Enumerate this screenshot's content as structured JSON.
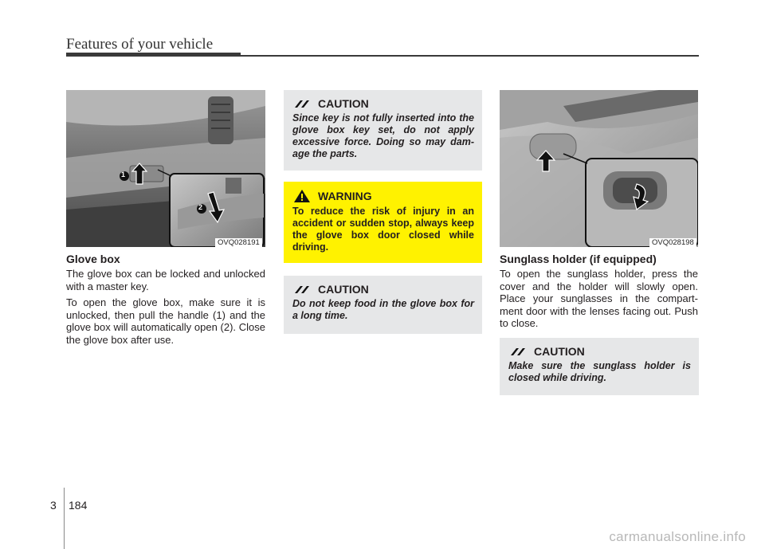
{
  "header": {
    "title": "Features of your vehicle"
  },
  "glove_box": {
    "image_code": "OVQ028191",
    "callout_1": "1",
    "callout_2": "2",
    "heading": "Glove box",
    "para1": "The glove box can be locked and unlocked with a master key.",
    "para2": "To open the glove box, make sure it is unlocked, then pull the handle (1) and the glove box will automatically open (2). Close the glove box after use."
  },
  "middle": {
    "caution1": {
      "title": "CAUTION",
      "text": "Since key is not fully inserted into the glove box key set, do not apply excessive force. Doing so may dam-age the parts."
    },
    "warning": {
      "title": "WARNING",
      "text": "To reduce the risk of injury in an accident or sudden stop, always keep the glove box door closed while driving."
    },
    "caution2": {
      "title": "CAUTION",
      "text": "Do not keep food in the glove box for a long time."
    }
  },
  "sunglass": {
    "image_code": "OVQ028198",
    "heading": "Sunglass holder (if equipped)",
    "para": "To open the sunglass holder, press the cover and the holder will slowly open. Place your sunglasses in the compart-ment door with the lenses facing out. Push to close.",
    "caution": {
      "title": "CAUTION",
      "text": "Make sure the sunglass holder is closed while driving."
    }
  },
  "footer": {
    "chapter": "3",
    "page": "184"
  },
  "watermark": "carmanualsonline.info"
}
